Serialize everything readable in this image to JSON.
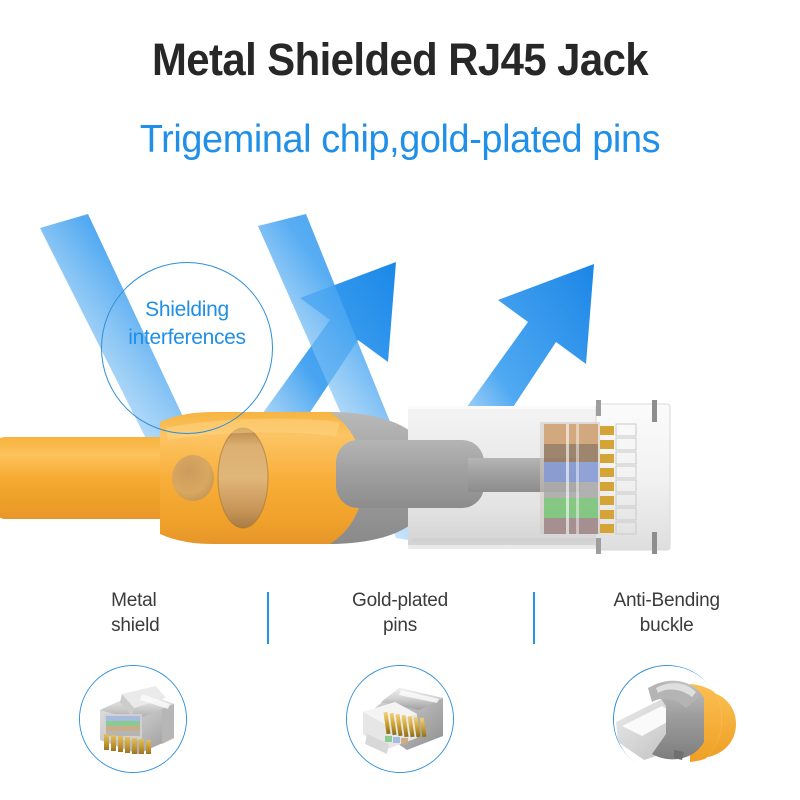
{
  "headline": "Metal Shielded RJ45 Jack",
  "subheadline": "Trigeminal chip,gold-plated pins",
  "shielding": {
    "label": "Shielding\ninterferences",
    "circle_color": "#2f8fd8",
    "text_color": "#1f8fe8"
  },
  "colors": {
    "accent_blue": "#2196e8",
    "arrow_blue": "#1f8fe8",
    "title_dark": "#272727",
    "cable_orange": "#f5a623",
    "connector_gray": "#9a9a9a",
    "background": "#ffffff"
  },
  "hero": {
    "cable_name": "yellow-flat-ethernet-cable",
    "connector_name": "rj45-connector-head",
    "arrows_name": "signal-boost-arrows",
    "wire_colors": [
      "#c89a6a",
      "#8a6a4a",
      "#7e96d6",
      "#a8a8a8",
      "#6fc36f",
      "#9a7e80"
    ]
  },
  "features": [
    {
      "label": "Metal\nshield",
      "icon": "shielded-rj45-connector-photo",
      "divider_before": false
    },
    {
      "label": "Gold-plated\npins",
      "icon": "gold-pins-rj45-connector-photo",
      "divider_before": true
    },
    {
      "label": "Anti-Bending\nbuckle",
      "icon": "anti-bending-buckle-photo",
      "divider_before": true
    }
  ]
}
